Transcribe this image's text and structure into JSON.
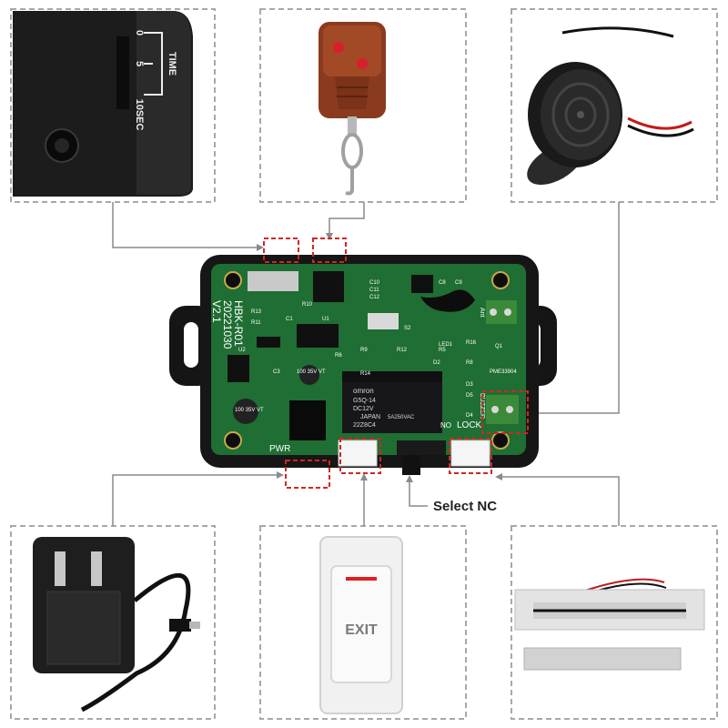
{
  "timer_panel": {
    "label": "TIME",
    "marks": [
      "0",
      "5",
      "10SEC"
    ]
  },
  "board": {
    "model": "HBK-R01",
    "date": "20221030",
    "version": "V2.1",
    "labels": {
      "pwr": "PWR",
      "lock": "LOCK",
      "buzzer": "BUZZER",
      "ant": "Ant",
      "no": "NO"
    },
    "relay": {
      "brand": "omron",
      "model": "G5Q-14",
      "coil": "DC12V",
      "country": "JAPAN",
      "code": "22Z8C4",
      "rating": "5A250VAC"
    },
    "caps": {
      "c4": "100 35V VT",
      "c3": "100 35V VT"
    },
    "components": [
      "R10",
      "R13",
      "R11",
      "C1",
      "R6",
      "U1",
      "R9",
      "R12",
      "R14",
      "D2",
      "R5",
      "R16",
      "R8",
      "Q1",
      "D3",
      "D5",
      "D4",
      "C3",
      "U2",
      "LED1",
      "S2",
      "C9",
      "C8",
      "C10",
      "C11",
      "C12"
    ],
    "chip_code": "PME33904"
  },
  "exit_button": {
    "label": "EXIT"
  },
  "callout": {
    "select_nc": "Select NC"
  },
  "colors": {
    "highlight": "#d42424",
    "panel_border": "#a8a8a8",
    "connector": "#8a8a8a",
    "board": "#1f6e33"
  }
}
